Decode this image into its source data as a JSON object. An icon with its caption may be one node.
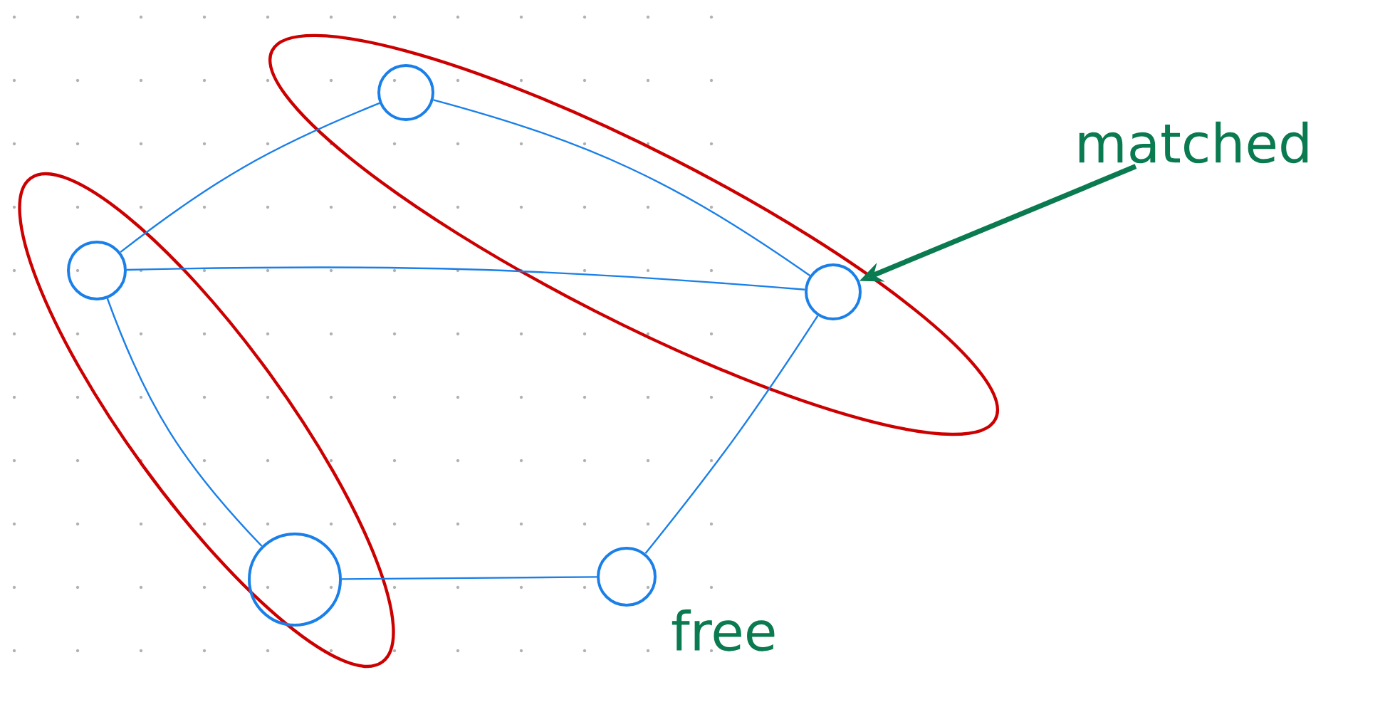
{
  "diagram": {
    "nodes": [
      {
        "text": [],
        "shape": "ellipse"
      },
      {
        "text": [],
        "shape": "circle",
        "in": 0
      },
      {
        "text": [],
        "shape": "circle",
        "in": 0
      },
      {
        "text": [],
        "shape": "ellipse"
      },
      {
        "text": [],
        "shape": "circle",
        "in": 3
      },
      {
        "text": [],
        "shape": "circle",
        "in": 3
      },
      {
        "text": [],
        "shape": "circle",
        "beside": [
          "free"
        ]
      },
      {
        "text": [
          "matched"
        ]
      }
    ],
    "edges": [
      {
        "from": 4,
        "to": 1,
        "arrow": "none"
      },
      {
        "from": 4,
        "to": 5,
        "arrow": "none"
      },
      {
        "from": 1,
        "to": 5,
        "arrow": "none"
      },
      {
        "from": 1,
        "to": 2,
        "arrow": "none"
      },
      {
        "from": 2,
        "to": 6,
        "arrow": "none"
      },
      {
        "from": 6,
        "to": 5,
        "arrow": "none"
      },
      {
        "from": 7,
        "to": 5,
        "arrow": "to",
        "color": "#0a7a50",
        "style": "thick"
      }
    ]
  }
}
